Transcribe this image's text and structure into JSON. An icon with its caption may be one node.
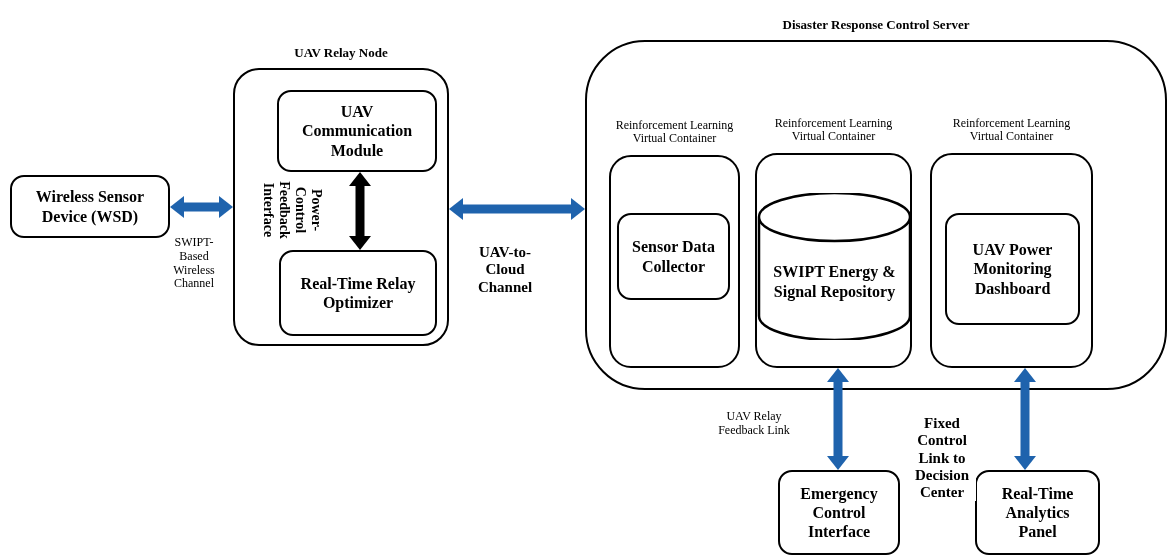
{
  "diagram": {
    "nodes": [
      {
        "text": [
          "Wireless Sensor Device (WSD)"
        ]
      },
      {
        "text": [
          "UAV Relay Node"
        ]
      },
      {
        "text": [
          "UAV Communication Module"
        ],
        "in": 1
      },
      {
        "text": [
          "Real-Time Relay Optimizer"
        ],
        "in": 1
      },
      {
        "text": [
          "Disaster Response Control Server"
        ]
      },
      {
        "text": [
          "Reinforcement Learning Virtual Container"
        ],
        "in": 4
      },
      {
        "text": [
          "Sensor Data Collector"
        ],
        "in": 5
      },
      {
        "text": [
          "Reinforcement Learning Virtual Container"
        ],
        "in": 4
      },
      {
        "text": [
          "SWIPT Energy & Signal Repository"
        ],
        "in": 7
      },
      {
        "text": [
          "Reinforcement Learning Virtual Container"
        ],
        "in": 4
      },
      {
        "text": [
          "UAV Power Monitoring Dashboard"
        ],
        "in": 9
      },
      {
        "text": [
          "Emergency Control Interface"
        ]
      },
      {
        "text": [
          "Real-Time Analytics Panel"
        ]
      }
    ],
    "edges": [
      {
        "from": 0,
        "to": 1,
        "arrow": "both",
        "label": "SWIPT-Based Wireless Channel"
      },
      {
        "from": 2,
        "to": 3,
        "arrow": "both",
        "label": "Power-Control Feedback Interface",
        "color": "#000000"
      },
      {
        "from": 1,
        "to": 4,
        "arrow": "both",
        "label": "UAV-to-Cloud Channel"
      },
      {
        "from": 7,
        "to": 11,
        "arrow": "both",
        "label": "UAV Relay Feedback Link"
      },
      {
        "from": 9,
        "to": 12,
        "arrow": "both",
        "label": "Fixed Control Link to Decision Center"
      }
    ]
  }
}
